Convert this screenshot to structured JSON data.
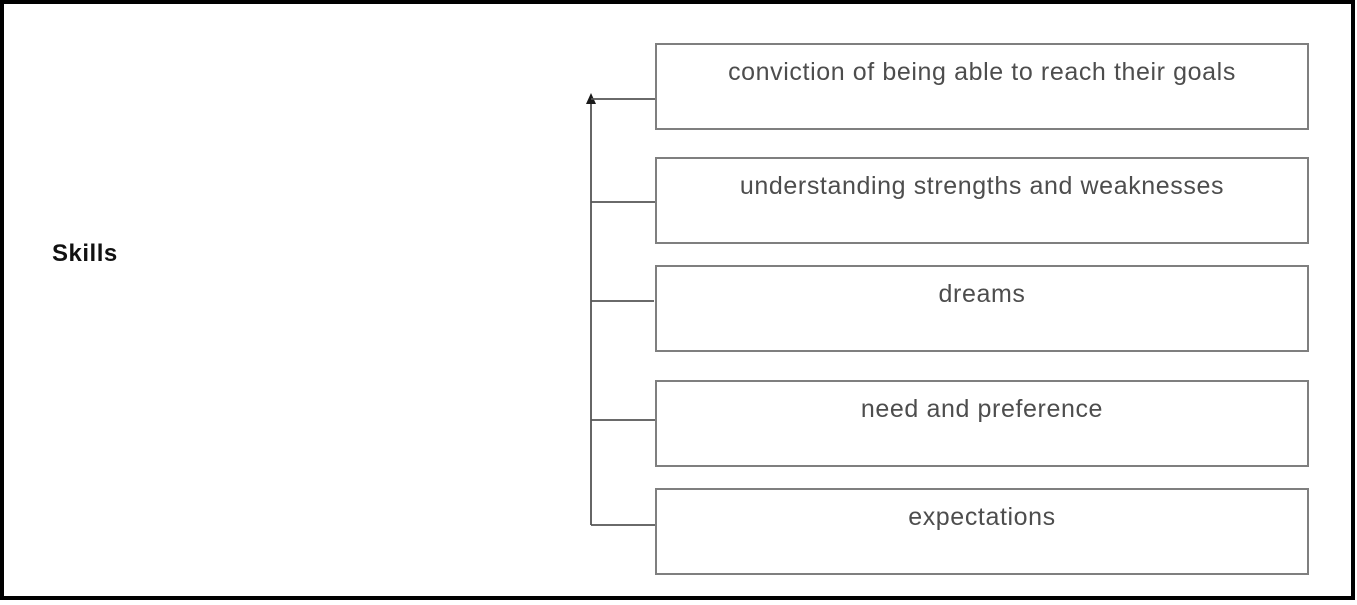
{
  "diagram": {
    "root_label": "Skills",
    "nodes": [
      {
        "label": "conviction of being able to reach their goals"
      },
      {
        "label": "understanding strengths and weaknesses"
      },
      {
        "label": "dreams"
      },
      {
        "label": "need and preference"
      },
      {
        "label": "expectations"
      }
    ],
    "icons": {
      "arrowhead": "up-arrowhead-icon"
    },
    "colors": {
      "background": "#ffffff",
      "outer_frame": "#000000",
      "box_border": "#7f7f7f",
      "box_text": "#4d4d4d",
      "connector_line": "#555555",
      "arrowhead_fill": "#1a1a1a",
      "root_label_text": "#111111"
    }
  }
}
